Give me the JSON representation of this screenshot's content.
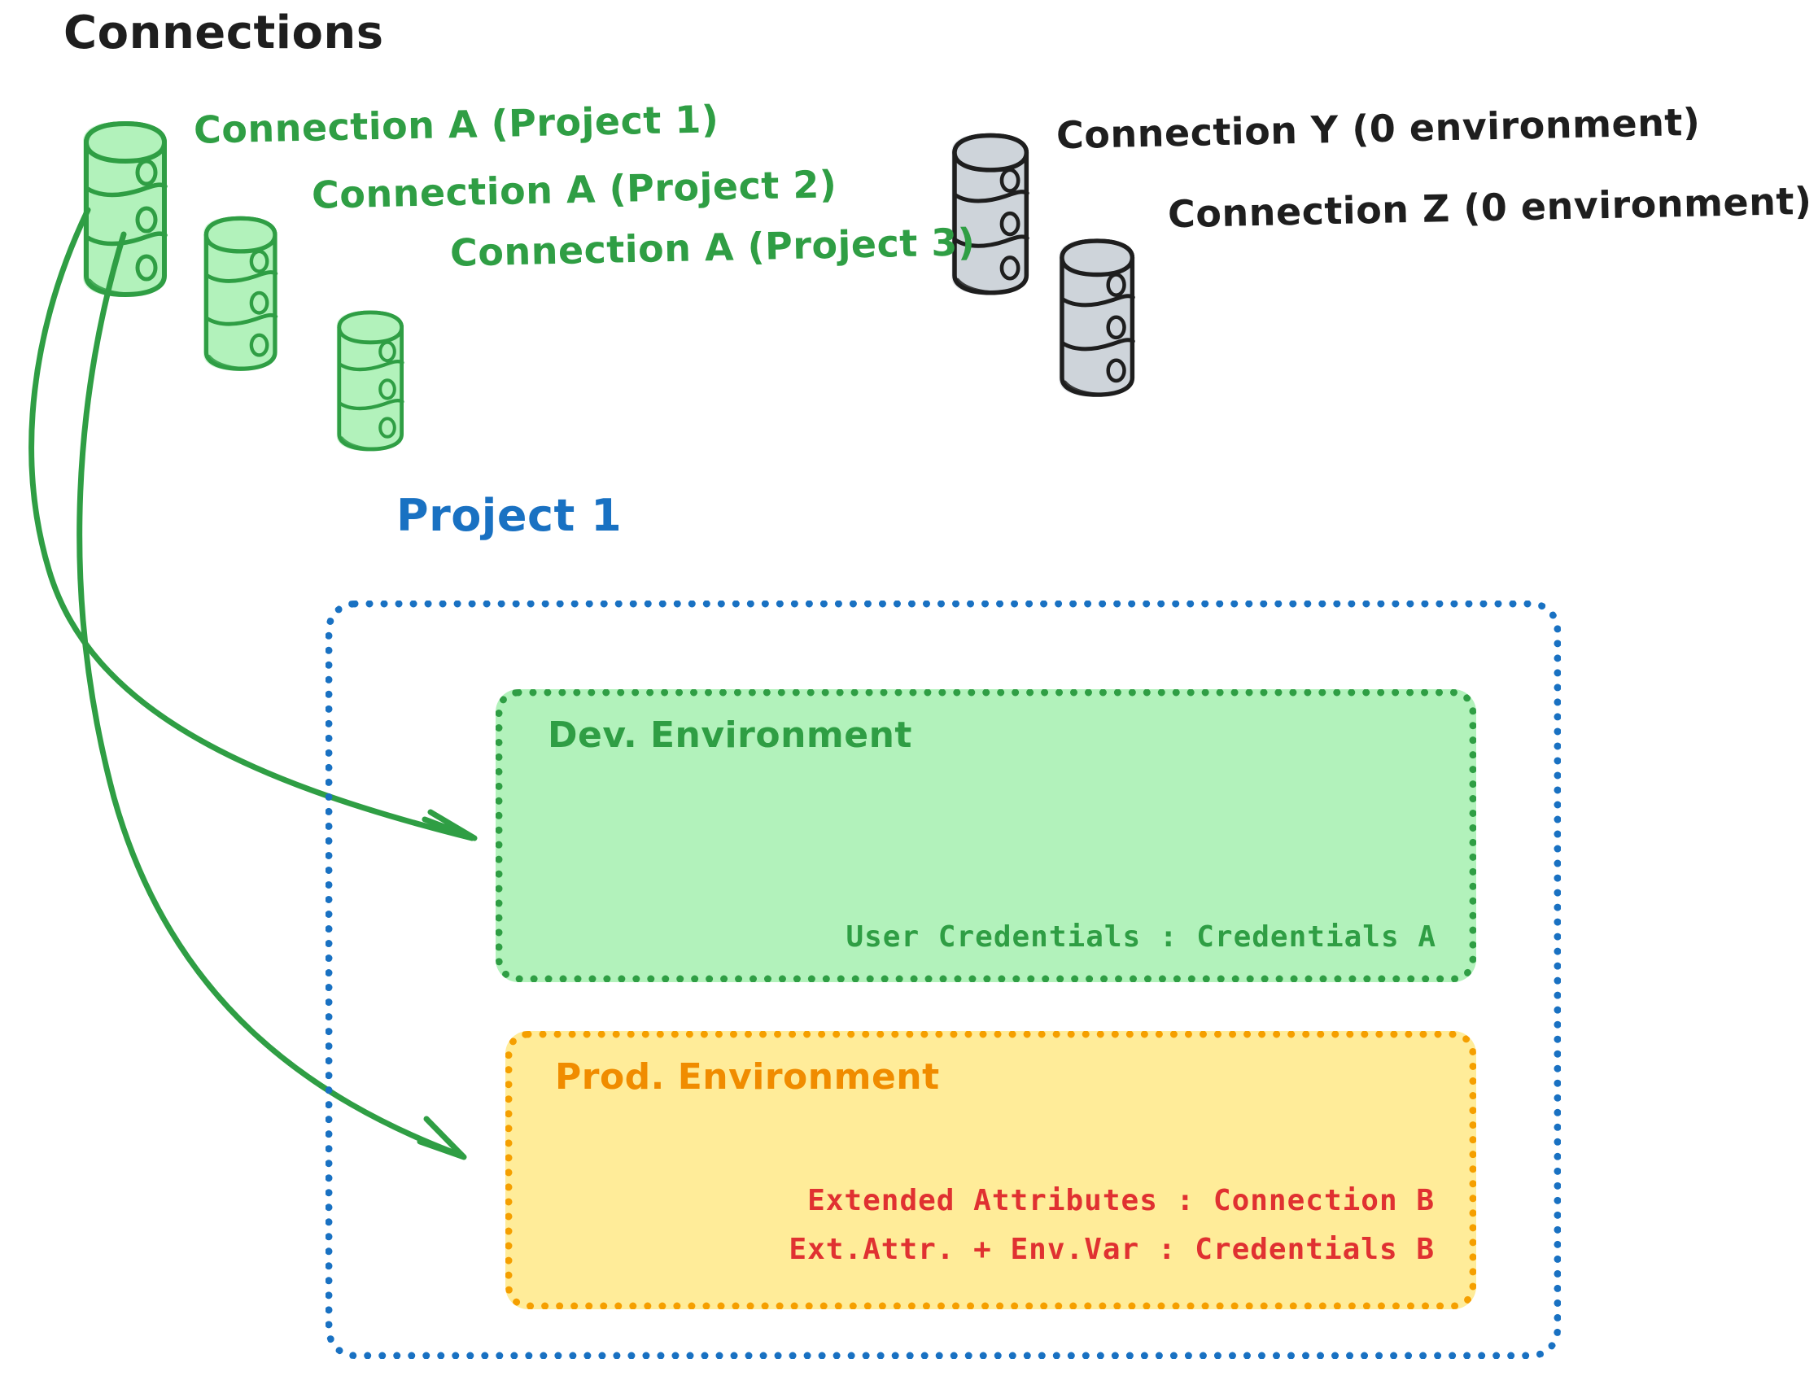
{
  "diagram": {
    "title": "Connections",
    "connections_green": [
      {
        "label": "Connection A (Project 1)",
        "icon": "database-cylinder-icon",
        "color": "#2f9e44"
      },
      {
        "label": "Connection A (Project 2)",
        "icon": "database-cylinder-icon",
        "color": "#2f9e44"
      },
      {
        "label": "Connection A (Project 3)",
        "icon": "database-cylinder-icon",
        "color": "#2f9e44"
      }
    ],
    "connections_gray": [
      {
        "label": "Connection Y (0 environment)",
        "icon": "database-cylinder-icon",
        "color": "#1e1e1e"
      },
      {
        "label": "Connection Z (0 environment)",
        "icon": "database-cylinder-icon",
        "color": "#1e1e1e"
      }
    ],
    "project": {
      "title": "Project 1",
      "border_color": "#1971c2",
      "environments": [
        {
          "name": "Dev. Environment",
          "fill": "#b2f2bb",
          "border": "#2f9e44",
          "title_color": "#2f9e44",
          "lines": [
            {
              "text": "User Credentials : Credentials A",
              "color": "#2f9e44"
            }
          ]
        },
        {
          "name": "Prod. Environment",
          "fill": "#ffec99",
          "border": "#f59f00",
          "title_color": "#f08c00",
          "lines": [
            {
              "text": "Extended Attributes : Connection B",
              "color": "#e03131"
            },
            {
              "text": "Ext.Attr. + Env.Var : Credentials B",
              "color": "#e03131"
            }
          ]
        }
      ]
    },
    "arrows": [
      {
        "name": "arrow-connection-a-to-dev",
        "from": "Connection A (Project 1)",
        "to": "Dev. Environment",
        "color": "#2f9e44"
      },
      {
        "name": "arrow-connection-a-to-prod",
        "from": "Connection A (Project 1)",
        "to": "Prod. Environment",
        "color": "#2f9e44"
      }
    ],
    "palette": {
      "green_stroke": "#2f9e44",
      "green_fill": "#b2f2bb",
      "gray_stroke": "#1e1e1e",
      "gray_fill": "#ced4da",
      "blue": "#1971c2",
      "orange": "#f59f00",
      "red": "#e03131",
      "black": "#1e1e1e"
    }
  }
}
